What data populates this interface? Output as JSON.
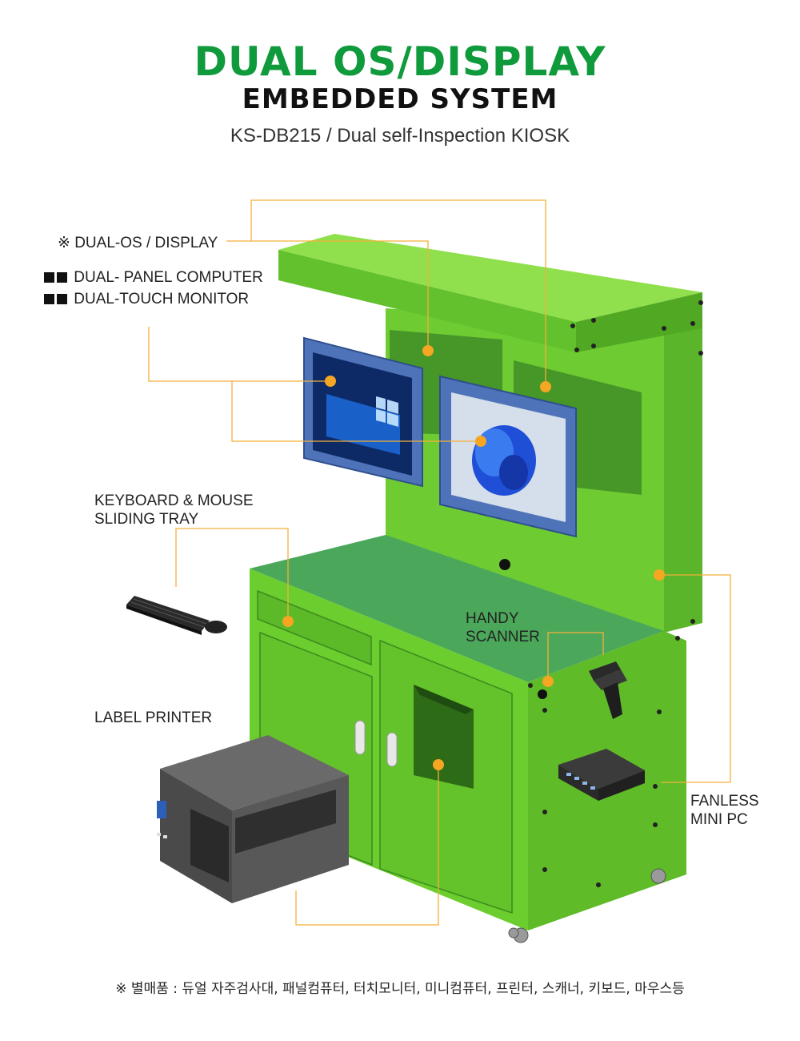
{
  "header": {
    "title_line1": "DUAL OS/DISPLAY",
    "title_line2": "EMBEDDED SYSTEM",
    "subtitle": "KS-DB215 / Dual self-Inspection KIOSK"
  },
  "callouts": {
    "dual_os": "※ DUAL-OS / DISPLAY",
    "panel_computer": "DUAL- PANEL COMPUTER",
    "touch_monitor": "DUAL-TOUCH MONITOR",
    "tray_line1": "KEYBOARD & MOUSE",
    "tray_line2": "SLIDING TRAY",
    "scanner_line1": "HANDY",
    "scanner_line2": "SCANNER",
    "label_printer": "LABEL PRINTER",
    "mini_pc_line1": "FANLESS",
    "mini_pc_line2": "MINI PC"
  },
  "footnote": "※ 별매품 : 듀얼 자주검사대, 패널컴퓨터, 터치모니터, 미니컴퓨터, 프린터, 스캐너, 키보드, 마우스등",
  "colors": {
    "title_green": "#0f9a3c",
    "kiosk_green": "#6ccd2e",
    "callout_line": "#f5b03a",
    "callout_dot": "#f5a623"
  }
}
